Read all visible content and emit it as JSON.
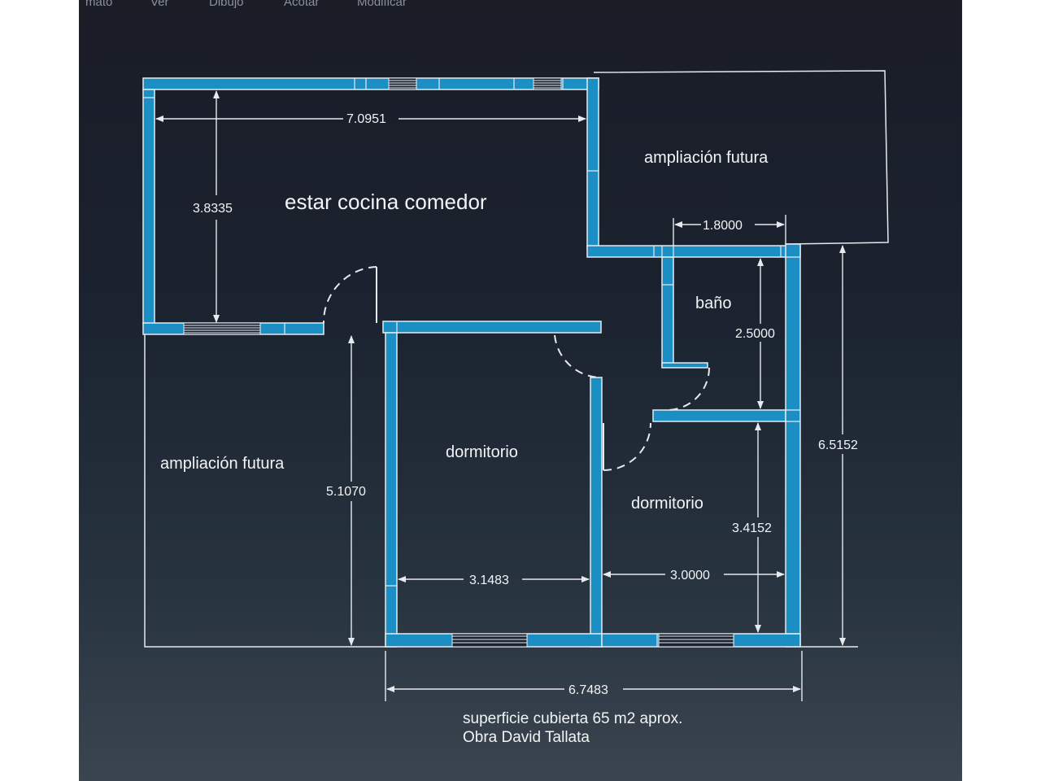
{
  "menu": {
    "items": [
      "mato",
      "Ver",
      "Dibujo",
      "Acotar",
      "Modificar"
    ]
  },
  "colors": {
    "background": "#1b2330",
    "wall_fill": "#1b8fc4",
    "line": "#e6eaee"
  },
  "rooms": {
    "estar": "estar  cocina  comedor",
    "ampliacion_top": "ampliación futura",
    "ampliacion_left": "ampliación futura",
    "bano": "baño",
    "dormitorio_1": "dormitorio",
    "dormitorio_2": "dormitorio"
  },
  "dimensions": {
    "estar_width": "7.0951",
    "estar_height": "3.8335",
    "bano_width": "1.8000",
    "bano_height": "2.5000",
    "total_height": "6.5152",
    "left_height": "5.1070",
    "dorm2_height": "3.4152",
    "dorm1_width": "3.1483",
    "dorm2_width": "3.0000",
    "total_width": "6.7483"
  },
  "notes": {
    "line1": "superficie cubierta 65 m2 aprox.",
    "line2": "Obra David Tallata"
  }
}
